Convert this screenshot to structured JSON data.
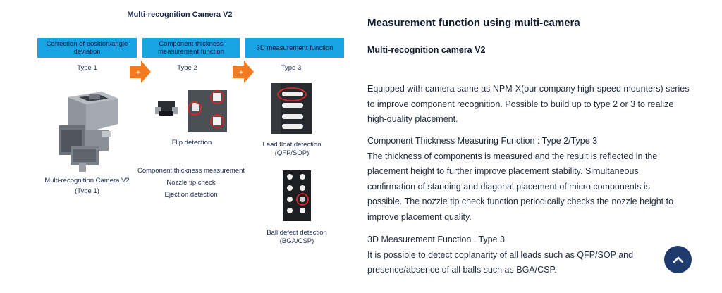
{
  "figure": {
    "title": "Multi-recognition Camera V2",
    "bands": [
      "Correction of position/angle deviation",
      "Component thickness measurement function",
      "3D measurement function"
    ],
    "types": [
      "Type 1",
      "Type 2",
      "Type 3"
    ],
    "arrow_symbol": "+",
    "camera_caption_line1": "Multi-recognition Camera V2",
    "camera_caption_line2": "(Type 1)",
    "flip_caption": "Flip detection",
    "type2_items": [
      "Component thickness measurement",
      "Nozzle tip check",
      "Ejection detection"
    ],
    "lead_caption_line1": "Lead float detection",
    "lead_caption_line2": "(QFP/SOP)",
    "ball_caption_line1": "Ball defect detection",
    "ball_caption_line2": "(BGA/CSP)",
    "colors": {
      "band": "#1aa3e4",
      "arrow": "#f47a20",
      "highlight": "#d9262b"
    }
  },
  "text": {
    "heading": "Measurement function using multi-camera",
    "subheading": "Multi-recognition camera V2",
    "paragraphs": [
      [
        "Equipped with camera same as NPM-X(our company high-speed mounters) series",
        "to improve component recognition. Possible to build up to type 2 or 3 to realize",
        "high-quality placement."
      ],
      [
        "Component Thickness Measuring Function : Type 2/Type 3",
        "The thickness of components is measured and the result is reflected in the",
        "placement height to further improve placement stability. Simultaneous",
        "confirmation of standing and diagonal placement of micro components is",
        "possible. The nozzle tip check function periodically checks the nozzle height to",
        "improve placement quality."
      ],
      [
        "3D Measurement Function : Type 3",
        "It is possible to detect coplanarity of all leads such as QFP/SOP and",
        "presence/absence of all balls such as BGA/CSP."
      ]
    ]
  },
  "scroll_top": {
    "icon": "chevron-up-icon",
    "color": "#1f3a6d"
  }
}
